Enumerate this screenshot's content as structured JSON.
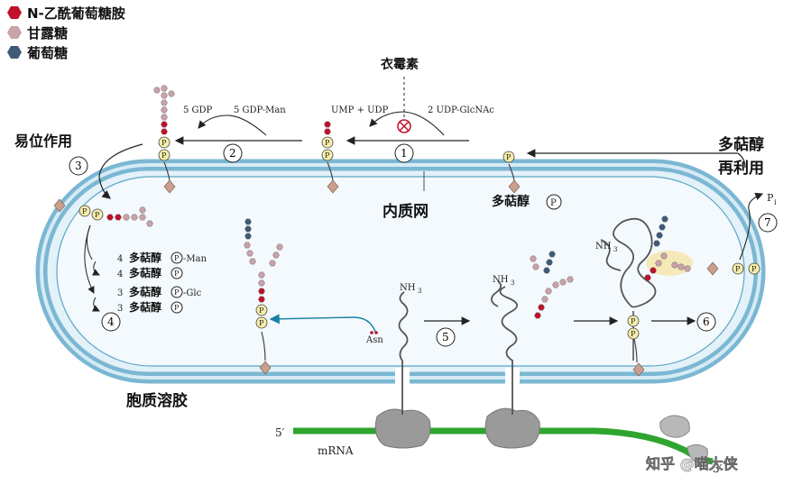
{
  "legend": [
    {
      "label": "N-乙酰葡萄糖胺",
      "color": "#c0102a"
    },
    {
      "label": "甘露糖",
      "color": "#c9a3a8"
    },
    {
      "label": "葡萄糖",
      "color": "#3f5a78"
    }
  ],
  "top": {
    "tunicamycin": "衣霉素",
    "ump_udp": "UMP + UDP",
    "udp_glcnac": "2 UDP-GlcNAc",
    "gdp_5": "5 GDP",
    "gdp_man_5": "5 GDP-Man"
  },
  "labels": {
    "flip": "易位作用",
    "recycle_line1": "多萜醇",
    "recycle_line2": "再利用",
    "er": "内质网",
    "cytosol": "胞质溶胶",
    "dolichol_p": "多萜醇",
    "pi": "P",
    "pi_sub": "i",
    "mrna": "mRNA",
    "five_prime": "5′",
    "three_prime": "3′",
    "nh3": "NH",
    "nh3_sub": "3",
    "asn": "Asn",
    "watermark": "知乎 @喵大侠"
  },
  "inner_list": [
    {
      "count": "4",
      "text": "多萜醇",
      "suffix": "-Man"
    },
    {
      "count": "4",
      "text": "多萜醇",
      "suffix": ""
    },
    {
      "count": "3",
      "text": "多萜醇",
      "suffix": "-Glc"
    },
    {
      "count": "3",
      "text": "多萜醇",
      "suffix": ""
    }
  ],
  "phosphate": "P",
  "steps": [
    "1",
    "2",
    "3",
    "4",
    "5",
    "6",
    "7"
  ]
}
